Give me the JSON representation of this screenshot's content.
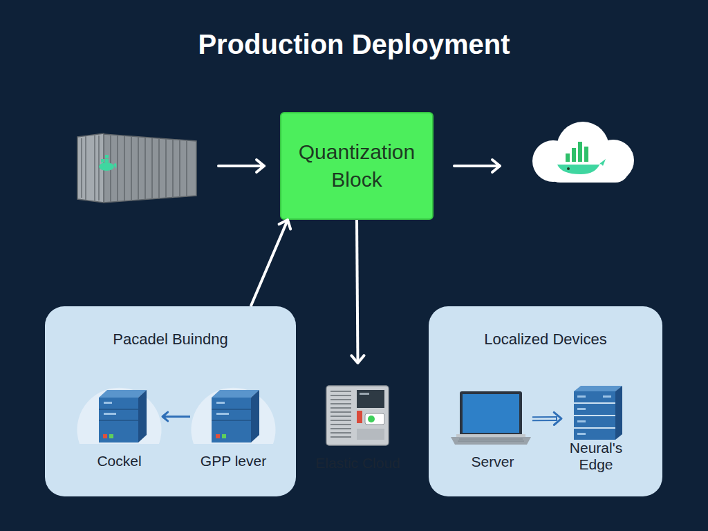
{
  "diagram": {
    "title": "Production Deployment",
    "nodes": [
      {
        "text": [
          "Quantization Block"
        ]
      },
      {
        "text": [
          "Pacadel Buindng"
        ]
      },
      {
        "text": [
          "Cockel"
        ],
        "in": 1
      },
      {
        "text": [
          "GPP lever"
        ],
        "in": 1
      },
      {
        "text": [
          "Elastic Cloud"
        ]
      },
      {
        "text": [
          "Localized Devices"
        ]
      },
      {
        "text": [
          "Server"
        ],
        "in": 5
      },
      {
        "text": [
          "Neural's Edge"
        ],
        "in": 5
      }
    ],
    "edges": [
      {
        "from": 1,
        "to": 0,
        "arrow": "to"
      },
      {
        "from": 0,
        "to": 4,
        "arrow": "to"
      },
      {
        "from": 3,
        "to": 2,
        "arrow": "to"
      },
      {
        "from": 6,
        "to": 7,
        "arrow": "to"
      }
    ]
  }
}
